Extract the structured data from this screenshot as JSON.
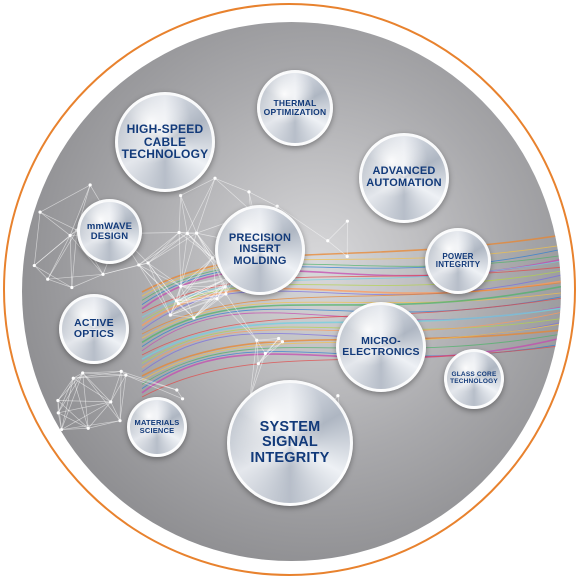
{
  "colors": {
    "ring": "#e8822e",
    "label": "#123a7a"
  },
  "bubbles": {
    "high_speed_cable": "HIGH-SPEED\nCABLE\nTECHNOLOGY",
    "thermal": "THERMAL\nOPTIMIZATION",
    "advanced_automation": "ADVANCED\nAUTOMATION",
    "mmwave": "mmWAVE\nDESIGN",
    "precision_insert": "PRECISION\nINSERT\nMOLDING",
    "power_integrity": "POWER\nINTEGRITY",
    "active_optics": "ACTIVE\nOPTICS",
    "microelectronics": "MICRO-\nELECTRONICS",
    "glass_core": "GLASS CORE\nTECHNOLOGY",
    "materials_science": "MATERIALS\nSCIENCE",
    "system_signal": "SYSTEM\nSIGNAL\nINTEGRITY"
  }
}
